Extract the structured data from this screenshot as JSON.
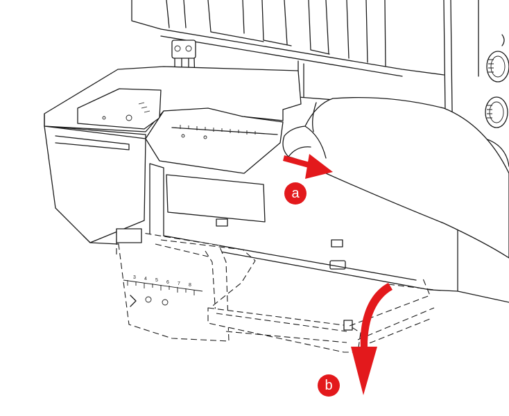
{
  "diagram": {
    "callouts": [
      {
        "id": "a",
        "label": "a"
      },
      {
        "id": "b",
        "label": "b"
      }
    ],
    "colors": {
      "accent": "#e3191c",
      "line": "#1a1a1a",
      "background": "#ffffff"
    },
    "icons": [
      "arrow-right-icon",
      "curved-arrow-down-icon"
    ],
    "cover_scale_marks": [
      "3",
      "4",
      "5",
      "6",
      "7",
      "8"
    ]
  }
}
